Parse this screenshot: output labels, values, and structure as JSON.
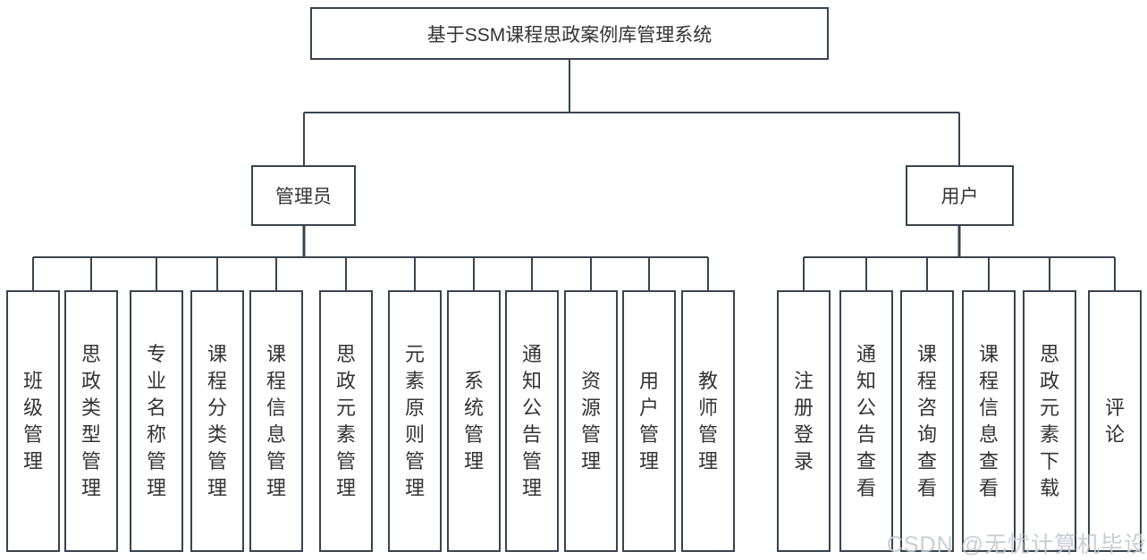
{
  "diagram": {
    "title": "基于SSM课程思政案例库管理系统",
    "admin": {
      "label": "管理员",
      "children": [
        "班级管理",
        "思政类型管理",
        "专业名称管理",
        "课程分类管理",
        "课程信息管理",
        "思政元素管理",
        "元素原则管理",
        "系统管理",
        "通知公告管理",
        "资源管理",
        "用户管理",
        "教师管理"
      ]
    },
    "user": {
      "label": "用户",
      "children": [
        "注册登录",
        "通知公告查看",
        "课程咨询查看",
        "课程信息查看",
        "思政元素下载",
        "评论"
      ]
    },
    "watermark": "CSDN @无忧计算机毕设",
    "colors": {
      "line": "#39434e",
      "text": "#333333",
      "background": "#ffffff",
      "watermark": "#c3c9d0"
    }
  }
}
